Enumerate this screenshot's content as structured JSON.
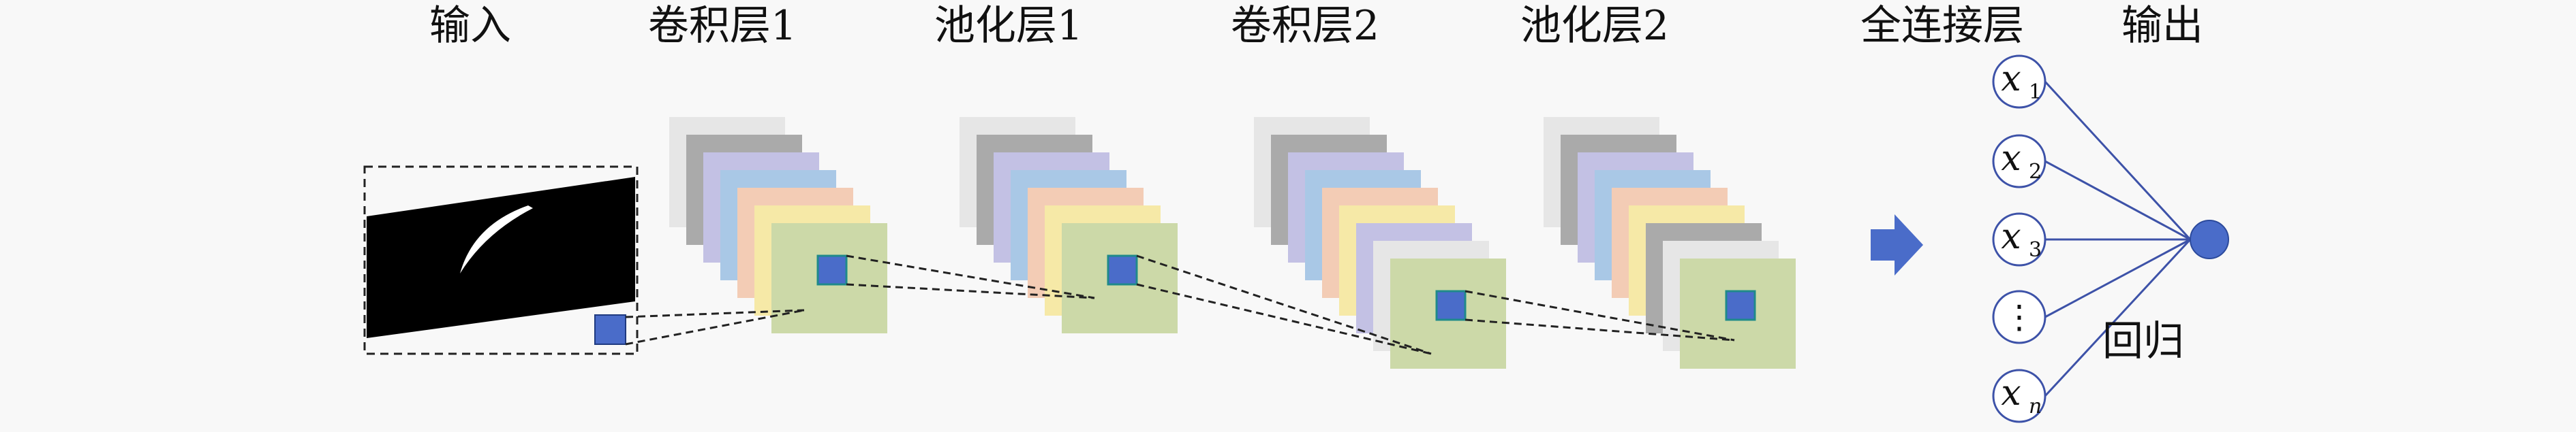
{
  "labels": {
    "input": "输入",
    "conv1": "卷积层1",
    "pool1": "池化层1",
    "conv2": "卷积层2",
    "pool2": "池化层2",
    "fc": "全连接层",
    "output": "输出",
    "regression": "回归"
  },
  "fc_nodes": [
    {
      "var": "x",
      "sub": "1"
    },
    {
      "var": "x",
      "sub": "2"
    },
    {
      "var": "x",
      "sub": "3"
    },
    {
      "var": "⋮",
      "sub": ""
    },
    {
      "var": "x",
      "sub": "n"
    }
  ],
  "colors": {
    "background": "#f8f8f8",
    "kernel_blue": "#4a6cc9",
    "node_blue": "#4a6cc9",
    "line_blue": "#3d52a8",
    "feature_map_stack": [
      "#e6e6e6",
      "#aaaaaa",
      "#c3c1e4",
      "#a9c8e6",
      "#f3ccb5",
      "#f6e9a7",
      "#ccd9a8"
    ]
  },
  "icons": {
    "arrow": "right-arrow-icon",
    "kernel": "kernel-square-icon"
  }
}
